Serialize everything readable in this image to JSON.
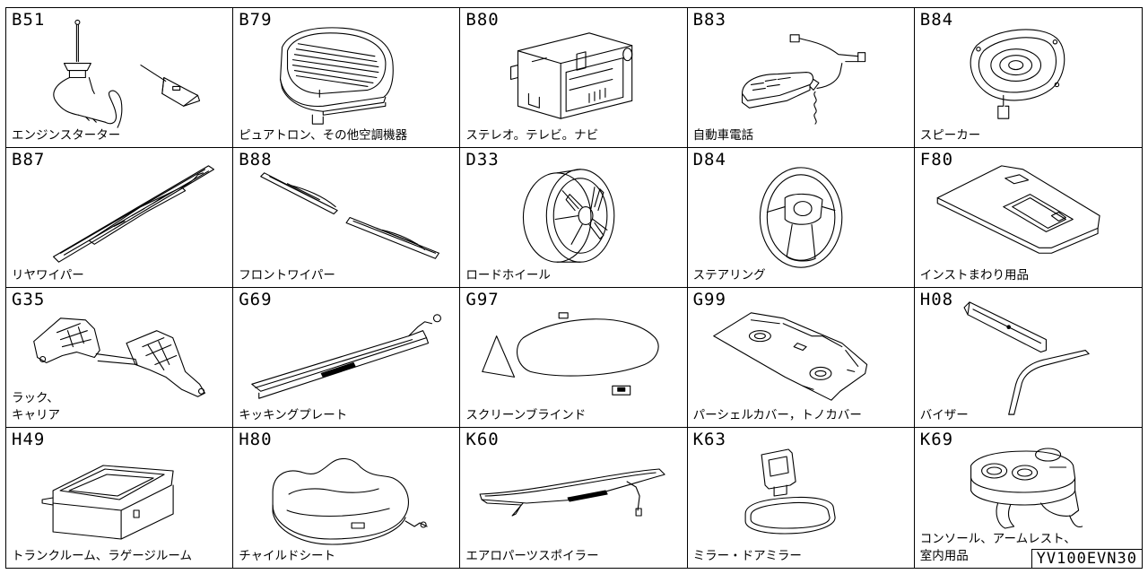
{
  "catalog_code": "YV100EVN30",
  "cells": [
    {
      "code": "B51",
      "label": "エンジンスターター",
      "icon": "engine-starter-icon"
    },
    {
      "code": "B79",
      "label": "ピュアトロン、その他空調機器",
      "icon": "air-purifier-icon"
    },
    {
      "code": "B80",
      "label": "ステレオ。テレビ。ナビ",
      "icon": "car-stereo-icon"
    },
    {
      "code": "B83",
      "label": "自動車電話",
      "icon": "car-phone-icon"
    },
    {
      "code": "B84",
      "label": "スピーカー",
      "icon": "speaker-icon"
    },
    {
      "code": "B87",
      "label": "リヤワイパー",
      "icon": "rear-wiper-icon"
    },
    {
      "code": "B88",
      "label": "フロントワイパー",
      "icon": "front-wiper-icon"
    },
    {
      "code": "D33",
      "label": "ロードホイール",
      "icon": "road-wheel-icon"
    },
    {
      "code": "D84",
      "label": "ステアリング",
      "icon": "steering-wheel-icon"
    },
    {
      "code": "F80",
      "label": "インストまわり用品",
      "icon": "instrument-panel-icon"
    },
    {
      "code": "G35",
      "label": "ラック、\nキャリア",
      "icon": "roof-rack-icon"
    },
    {
      "code": "G69",
      "label": "キッキングプレート",
      "icon": "kicking-plate-icon"
    },
    {
      "code": "G97",
      "label": "スクリーンブラインド",
      "icon": "screen-blind-icon"
    },
    {
      "code": "G99",
      "label": "パーシェルカバー，トノカバー",
      "icon": "parcel-shelf-cover-icon"
    },
    {
      "code": "H08",
      "label": "バイザー",
      "icon": "visor-icon"
    },
    {
      "code": "H49",
      "label": "トランクルーム、ラゲージルーム",
      "icon": "trunk-box-icon"
    },
    {
      "code": "H80",
      "label": "チャイルドシート",
      "icon": "child-seat-icon"
    },
    {
      "code": "K60",
      "label": "エアロパーツスポイラー",
      "icon": "spoiler-icon"
    },
    {
      "code": "K63",
      "label": "ミラー・ドアミラー",
      "icon": "mirror-icon"
    },
    {
      "code": "K69",
      "label": "コンソール、アームレスト、\n室内用品",
      "icon": "console-icon"
    }
  ]
}
